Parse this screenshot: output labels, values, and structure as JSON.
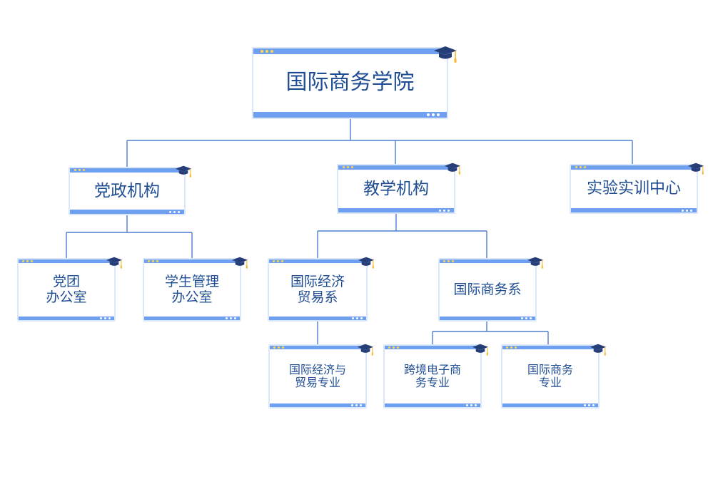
{
  "colors": {
    "line": "#4f7ed1",
    "frame": "#6e9ff0",
    "frame_outer": "#dbe8fb",
    "text": "#1f4d93",
    "dot_top": "#ffd84a",
    "dot_bottom": "#ffffff",
    "cap": "#253e78",
    "tassel": "#f5b731"
  },
  "org": {
    "root": "国际商务学院",
    "party_admin": "党政机构",
    "teaching": "教学机构",
    "training_center": "实验实训中心",
    "party_office": "党团\n办公室",
    "student_office": "学生管理\n办公室",
    "econ_trade_dept": "国际经济\n贸易系",
    "intl_business_dept": "国际商务系",
    "econ_trade_major": "国际经济与\n贸易专业",
    "ecommerce_major": "跨境电子商\n务专业",
    "intl_business_major": "国际商务\n专业"
  }
}
